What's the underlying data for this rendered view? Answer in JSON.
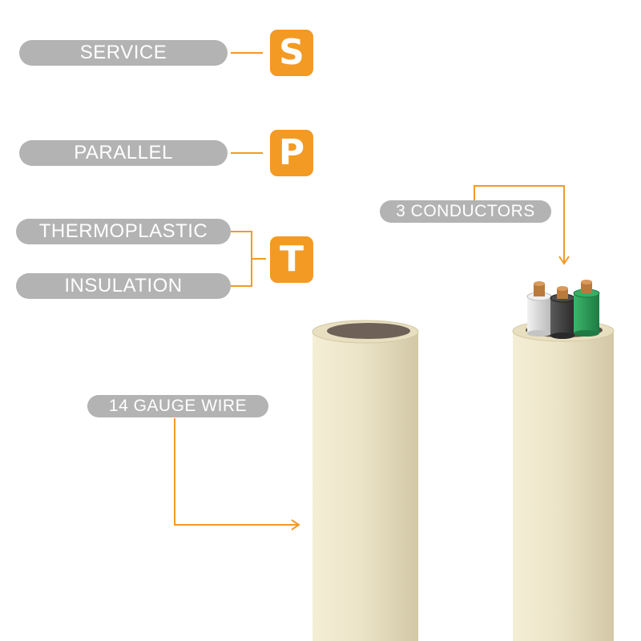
{
  "acronym": [
    {
      "label": "SERVICE",
      "letter": "S"
    },
    {
      "label": "PARALLEL",
      "letter": "P"
    },
    {
      "label": "THERMOPLASTIC",
      "letter": "T"
    },
    {
      "label": "INSULATION"
    }
  ],
  "callouts": {
    "conductors": "3 CONDUCTORS",
    "gauge": "14 GAUGE WIRE"
  },
  "colors": {
    "accent": "#f39a24",
    "pill": "#b3b3b3",
    "jacket": "#ece4c8",
    "conductor_white": "#dcdcdc",
    "conductor_black": "#3a3a3a",
    "conductor_green": "#2e9a58",
    "copper": "#b97a3e"
  }
}
